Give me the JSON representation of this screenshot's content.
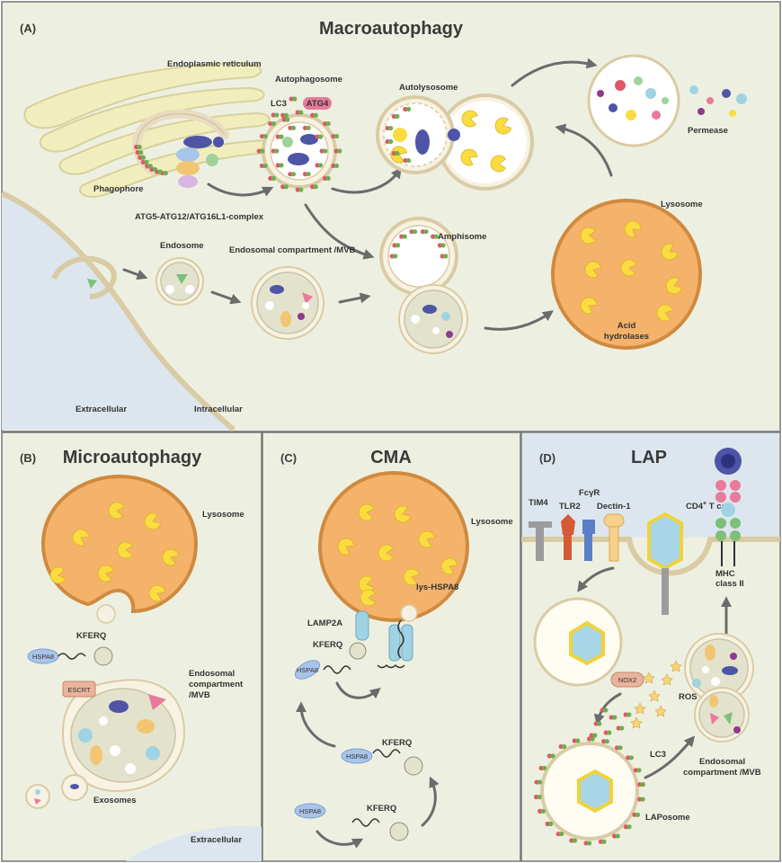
{
  "panels": {
    "a": {
      "letter": "(A)",
      "title": "Macroautophagy"
    },
    "b": {
      "letter": "(B)",
      "title": "Microautophagy"
    },
    "c": {
      "letter": "(C)",
      "title": "CMA"
    },
    "d": {
      "letter": "(D)",
      "title": "LAP"
    }
  },
  "labels_a": {
    "er": "Endoplasmic reticulum",
    "autophagosome": "Autophagosome",
    "lc3": "LC3",
    "atg4": "ATG4",
    "autolysosome": "Autolysosome",
    "permease": "Permease",
    "phagophore": "Phagophore",
    "atg_complex": "ATG5-ATG12/ATG16L1-complex",
    "endosome": "Endosome",
    "endosomal_mvb": "Endosomal compartment /MVB",
    "amphisome": "Amphisome",
    "lysosome": "Lysosome",
    "acid": "Acid",
    "hydrolases": "hydrolases",
    "extracellular": "Extracellular",
    "intracellular": "Intracellular"
  },
  "labels_b": {
    "lysosome": "Lysosome",
    "kferq": "KFERQ",
    "hspa8": "HSPA8",
    "escrt": "ESCRT",
    "endosomal1": "Endosomal",
    "endosomal2": "compartment",
    "endosomal3": "/MVB",
    "exosomes": "Exosomes",
    "extracellular": "Extracellular"
  },
  "labels_c": {
    "lysosome": "Lysosome",
    "lys_hspa8": "lys-HSPA8",
    "lamp2a": "LAMP2A",
    "kferq": "KFERQ",
    "hspa8": "HSPA8"
  },
  "labels_d": {
    "tim4": "TIM4",
    "tlr2": "TLR2",
    "fcyr": "FcγR",
    "dectin": "Dectin-1",
    "cd4": "CD4",
    "cd4_sup": "+",
    "tcell": " T cell",
    "mhc1": "MHC",
    "mhc2": "class II",
    "nox2": "NOX2",
    "ros": "ROS",
    "lc3": "LC3",
    "endosomal1": "Endosomal",
    "endosomal2": "compartment /MVB",
    "laposome": "LAPosome"
  },
  "colors": {
    "panel_bg": "#edf0e1",
    "extracellular_bg": "#dde6ee",
    "lysosome": "#f5b26b",
    "hydrolase": "#fadc40",
    "membrane": "#f7f2e2",
    "lc3_red": "#e0566a",
    "lc3_green": "#6ab04c",
    "hspa8": "#a9c4ea",
    "lamp2a": "#9fd3e3"
  }
}
